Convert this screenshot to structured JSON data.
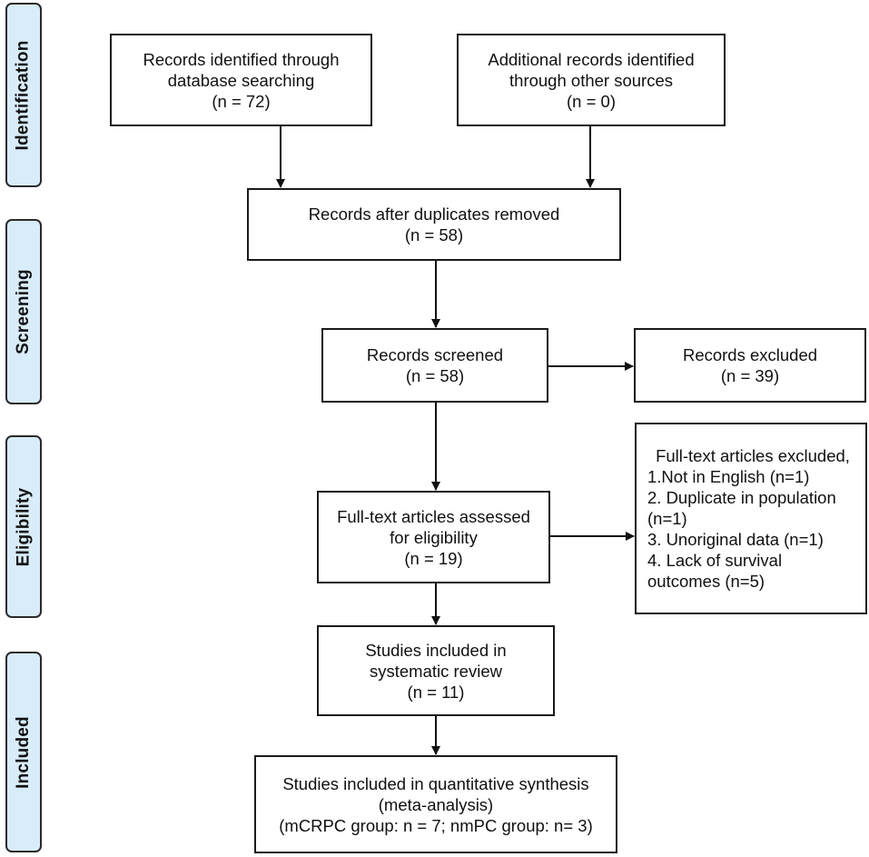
{
  "stages": {
    "identification": "Identification",
    "screening": "Screening",
    "eligibility": "Eligibility",
    "included": "Included"
  },
  "boxes": {
    "database_search": [
      "Records identified through",
      "database searching",
      "(n = 72)"
    ],
    "other_sources": [
      "Additional records identified",
      "through other sources",
      "(n = 0)"
    ],
    "after_duplicates": [
      "Records after duplicates removed",
      "(n = 58)"
    ],
    "screened": [
      "Records screened",
      "(n = 58)"
    ],
    "excluded": [
      "Records excluded",
      "(n = 39)"
    ],
    "fulltext_assessed": [
      "Full-text articles assessed",
      "for eligibility",
      "(n = 19)"
    ],
    "fulltext_excluded": [
      "Full-text articles excluded,",
      "1.Not in English (n=1)",
      "2. Duplicate in population",
      "(n=1)",
      "3. Unoriginal data (n=1)",
      "4. Lack of survival",
      "outcomes (n=5)"
    ],
    "systematic_review": [
      "Studies included in",
      "systematic review",
      "(n = 11)"
    ],
    "quantitative": [
      "Studies included in quantitative synthesis",
      "(meta-analysis)",
      "(mCRPC group: n = 7; nmPC group: n= 3)"
    ]
  }
}
